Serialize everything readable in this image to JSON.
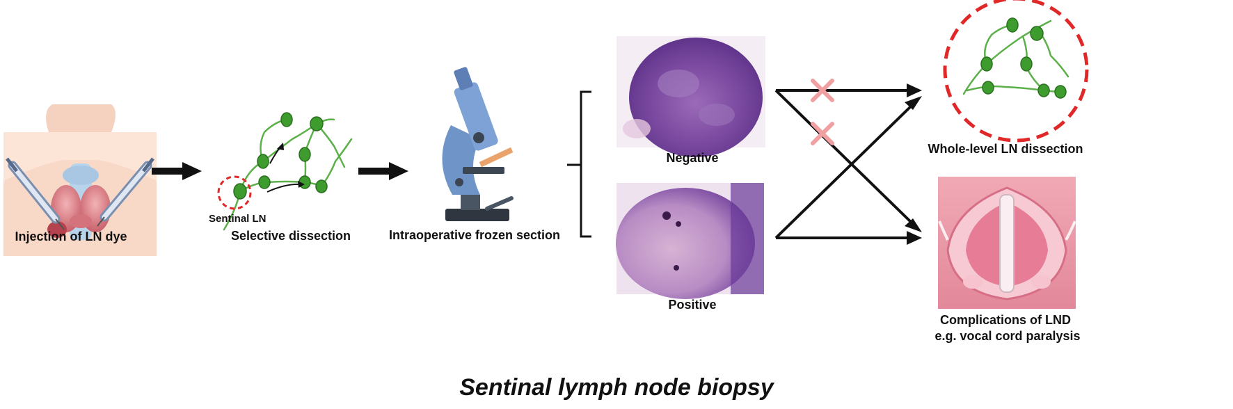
{
  "steps": {
    "injection": "Injection of LN dye",
    "selective": "Selective dissection",
    "sentinal": "Sentinal LN",
    "frozen": "Intraoperative frozen section"
  },
  "results": {
    "negative": "Negative",
    "positive": "Positive"
  },
  "outcomes": {
    "whole_level": "Whole-level LN dissection",
    "complications_line1": "Complications of LND",
    "complications_line2": "e.g. vocal cord paralysis"
  },
  "title": "Sentinal lymph node biopsy",
  "colors": {
    "arrow": "#111111",
    "cross": "#f0a0a0",
    "dashed_circle": "#e02828",
    "node_green": "#3e9c2e",
    "vessel_green": "#5cb04a",
    "histology_purple": "#6b3f9a",
    "histology_pink": "#d9a6c9",
    "larynx_pink": "#e87f9a"
  }
}
